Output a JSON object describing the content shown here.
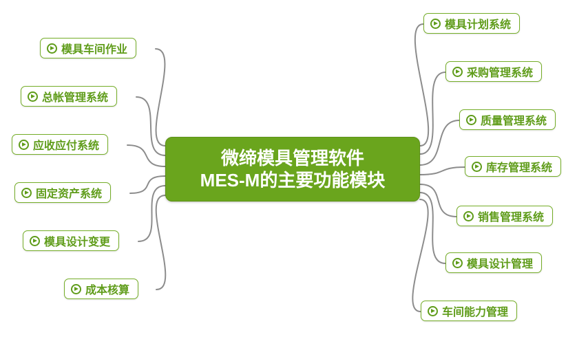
{
  "diagram": {
    "type": "mindmap",
    "center": {
      "line1": "微缔模具管理软件",
      "line2": "MES-M的主要功能模块"
    },
    "left_nodes": [
      {
        "label": "模具车间作业",
        "icon": "play-icon"
      },
      {
        "label": "总帐管理系统",
        "icon": "play-icon"
      },
      {
        "label": "应收应付系统",
        "icon": "play-icon"
      },
      {
        "label": "固定资产系统",
        "icon": "play-icon"
      },
      {
        "label": "模具设计变更",
        "icon": "play-icon"
      },
      {
        "label": "成本核算",
        "icon": "play-icon"
      }
    ],
    "right_nodes": [
      {
        "label": "模具计划系统",
        "icon": "play-icon"
      },
      {
        "label": "采购管理系统",
        "icon": "play-icon"
      },
      {
        "label": "质量管理系统",
        "icon": "play-icon"
      },
      {
        "label": "库存管理系统",
        "icon": "play-icon"
      },
      {
        "label": "销售管理系统",
        "icon": "play-icon"
      },
      {
        "label": "模具设计管理",
        "icon": "play-icon"
      },
      {
        "label": "车间能力管理",
        "icon": "play-icon"
      }
    ],
    "colors": {
      "node_green": "#5f9c1a",
      "node_border": "#74ad27",
      "center_fill": "#6aa51d",
      "connector_gray": "#8c8c8c"
    }
  }
}
